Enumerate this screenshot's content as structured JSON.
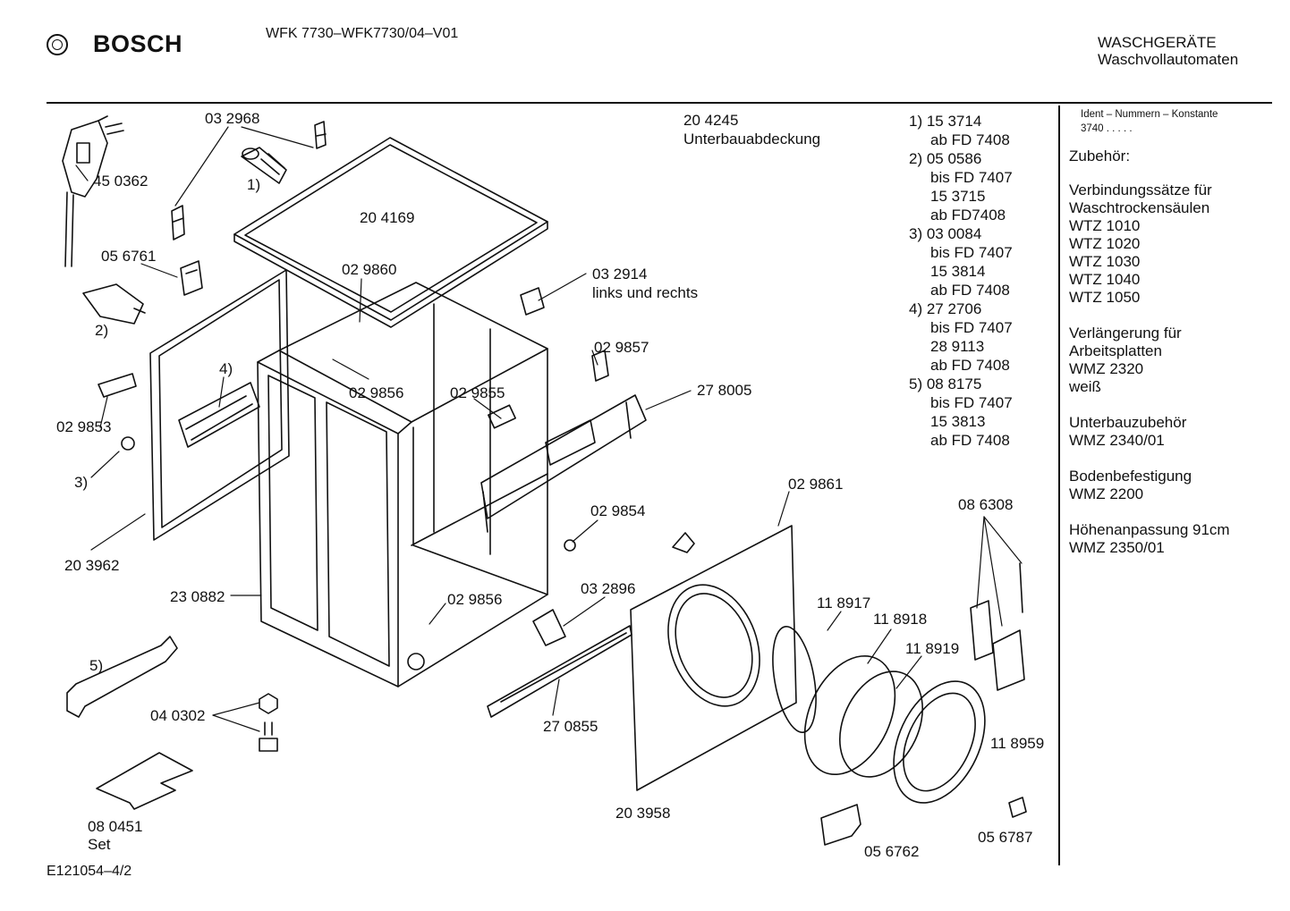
{
  "header": {
    "brand": "BOSCH",
    "model": "WFK 7730–WFK7730/04–V01",
    "category_line1": "WASCHGERÄTE",
    "category_line2": "Waschvollautomaten"
  },
  "parts": {
    "p032968": "03 2968",
    "p450362": "45 0362",
    "n1": "1)",
    "p204169": "20 4169",
    "p204245": "20 4245",
    "unterbau": "Unterbauabdeckung",
    "p056761": "05 6761",
    "p029860": "02 9860",
    "p032914": "03 2914",
    "links_rechts": "links und rechts",
    "n2": "2)",
    "p029857": "02 9857",
    "n4": "4)",
    "p029856a": "02 9856",
    "p029855": "02 9855",
    "p278005": "27 8005",
    "p029853": "02 9853",
    "n3": "3)",
    "p029861": "02 9861",
    "p029854": "02 9854",
    "p086308": "08 6308",
    "p203962": "20 3962",
    "p230882": "23 0882",
    "p029856b": "02 9856",
    "p032896": "03 2896",
    "p118917": "11 8917",
    "p118918": "11 8918",
    "p118919": "11 8919",
    "n5": "5)",
    "p040302": "04 0302",
    "p270855": "27 0855",
    "p118959": "11 8959",
    "p203958": "20 3958",
    "p080451": "08  0451",
    "set": "Set",
    "p056762": "05 6762",
    "p056787": "05 6787"
  },
  "notes": [
    {
      "text": "1) 15 3714",
      "indent": false
    },
    {
      "text": "ab FD 7408",
      "indent": true
    },
    {
      "text": "2) 05 0586",
      "indent": false
    },
    {
      "text": "bis FD 7407",
      "indent": true
    },
    {
      "text": "15 3715",
      "indent": true
    },
    {
      "text": "ab FD7408",
      "indent": true
    },
    {
      "text": "3) 03 0084",
      "indent": false
    },
    {
      "text": "bis FD 7407",
      "indent": true
    },
    {
      "text": "15 3814",
      "indent": true
    },
    {
      "text": "ab FD 7408",
      "indent": true
    },
    {
      "text": "4) 27 2706",
      "indent": false
    },
    {
      "text": "bis FD 7407",
      "indent": true
    },
    {
      "text": "28 9113",
      "indent": true
    },
    {
      "text": "ab FD 7408",
      "indent": true
    },
    {
      "text": "5) 08 8175",
      "indent": false
    },
    {
      "text": "bis FD 7407",
      "indent": true
    },
    {
      "text": "15 3813",
      "indent": true
    },
    {
      "text": "ab FD 7408",
      "indent": true
    }
  ],
  "sidebar": {
    "ident_label": "Ident – Nummern – Konstante",
    "ident_value": "3740  .  .  .  .  .",
    "zubehoer": "Zubehör:",
    "accessories": [
      {
        "text": "Verbindungssätze für",
        "gap": true
      },
      {
        "text": "Waschtrockensäulen",
        "gap": false
      },
      {
        "text": "WTZ 1010",
        "gap": false
      },
      {
        "text": "WTZ 1020",
        "gap": false
      },
      {
        "text": "WTZ 1030",
        "gap": false
      },
      {
        "text": "WTZ 1040",
        "gap": false
      },
      {
        "text": "WTZ 1050",
        "gap": false
      },
      {
        "text": "Verlängerung für",
        "gap": true
      },
      {
        "text": "Arbeitsplatten",
        "gap": false
      },
      {
        "text": "WMZ 2320",
        "gap": false
      },
      {
        "text": "weiß",
        "gap": false
      },
      {
        "text": "Unterbauzubehör",
        "gap": true
      },
      {
        "text": "WMZ 2340/01",
        "gap": false
      },
      {
        "text": "Bodenbefestigung",
        "gap": true
      },
      {
        "text": "WMZ 2200",
        "gap": false
      },
      {
        "text": "Höhenanpassung  91cm",
        "gap": true
      },
      {
        "text": "WMZ 2350/01",
        "gap": false
      }
    ]
  },
  "footer": {
    "code": "E121054–4/2"
  }
}
